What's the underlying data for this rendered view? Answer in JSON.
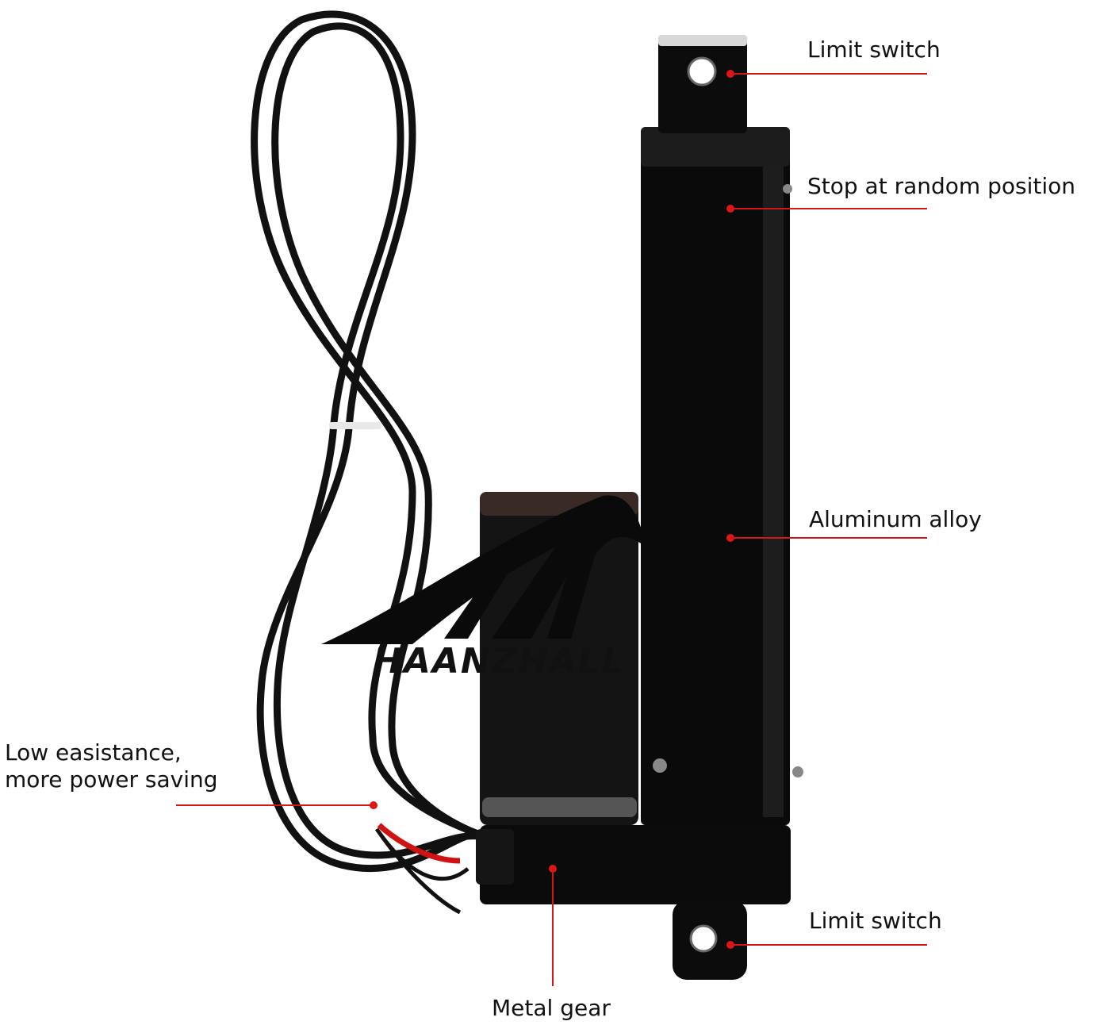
{
  "callouts": {
    "top_limit_switch": "Limit switch",
    "stop_position": "Stop at random position",
    "aluminum": "Aluminum alloy",
    "low_resistance_line1": "Low easistance,",
    "low_resistance_line2": "more power saving",
    "bottom_limit_switch": "Limit switch",
    "metal_gear": "Metal gear"
  },
  "watermark": "HAANZHALL",
  "colors": {
    "callout_line": "#d01818",
    "callout_dot": "#e01515",
    "actuator_body": "#0a0a0a"
  }
}
